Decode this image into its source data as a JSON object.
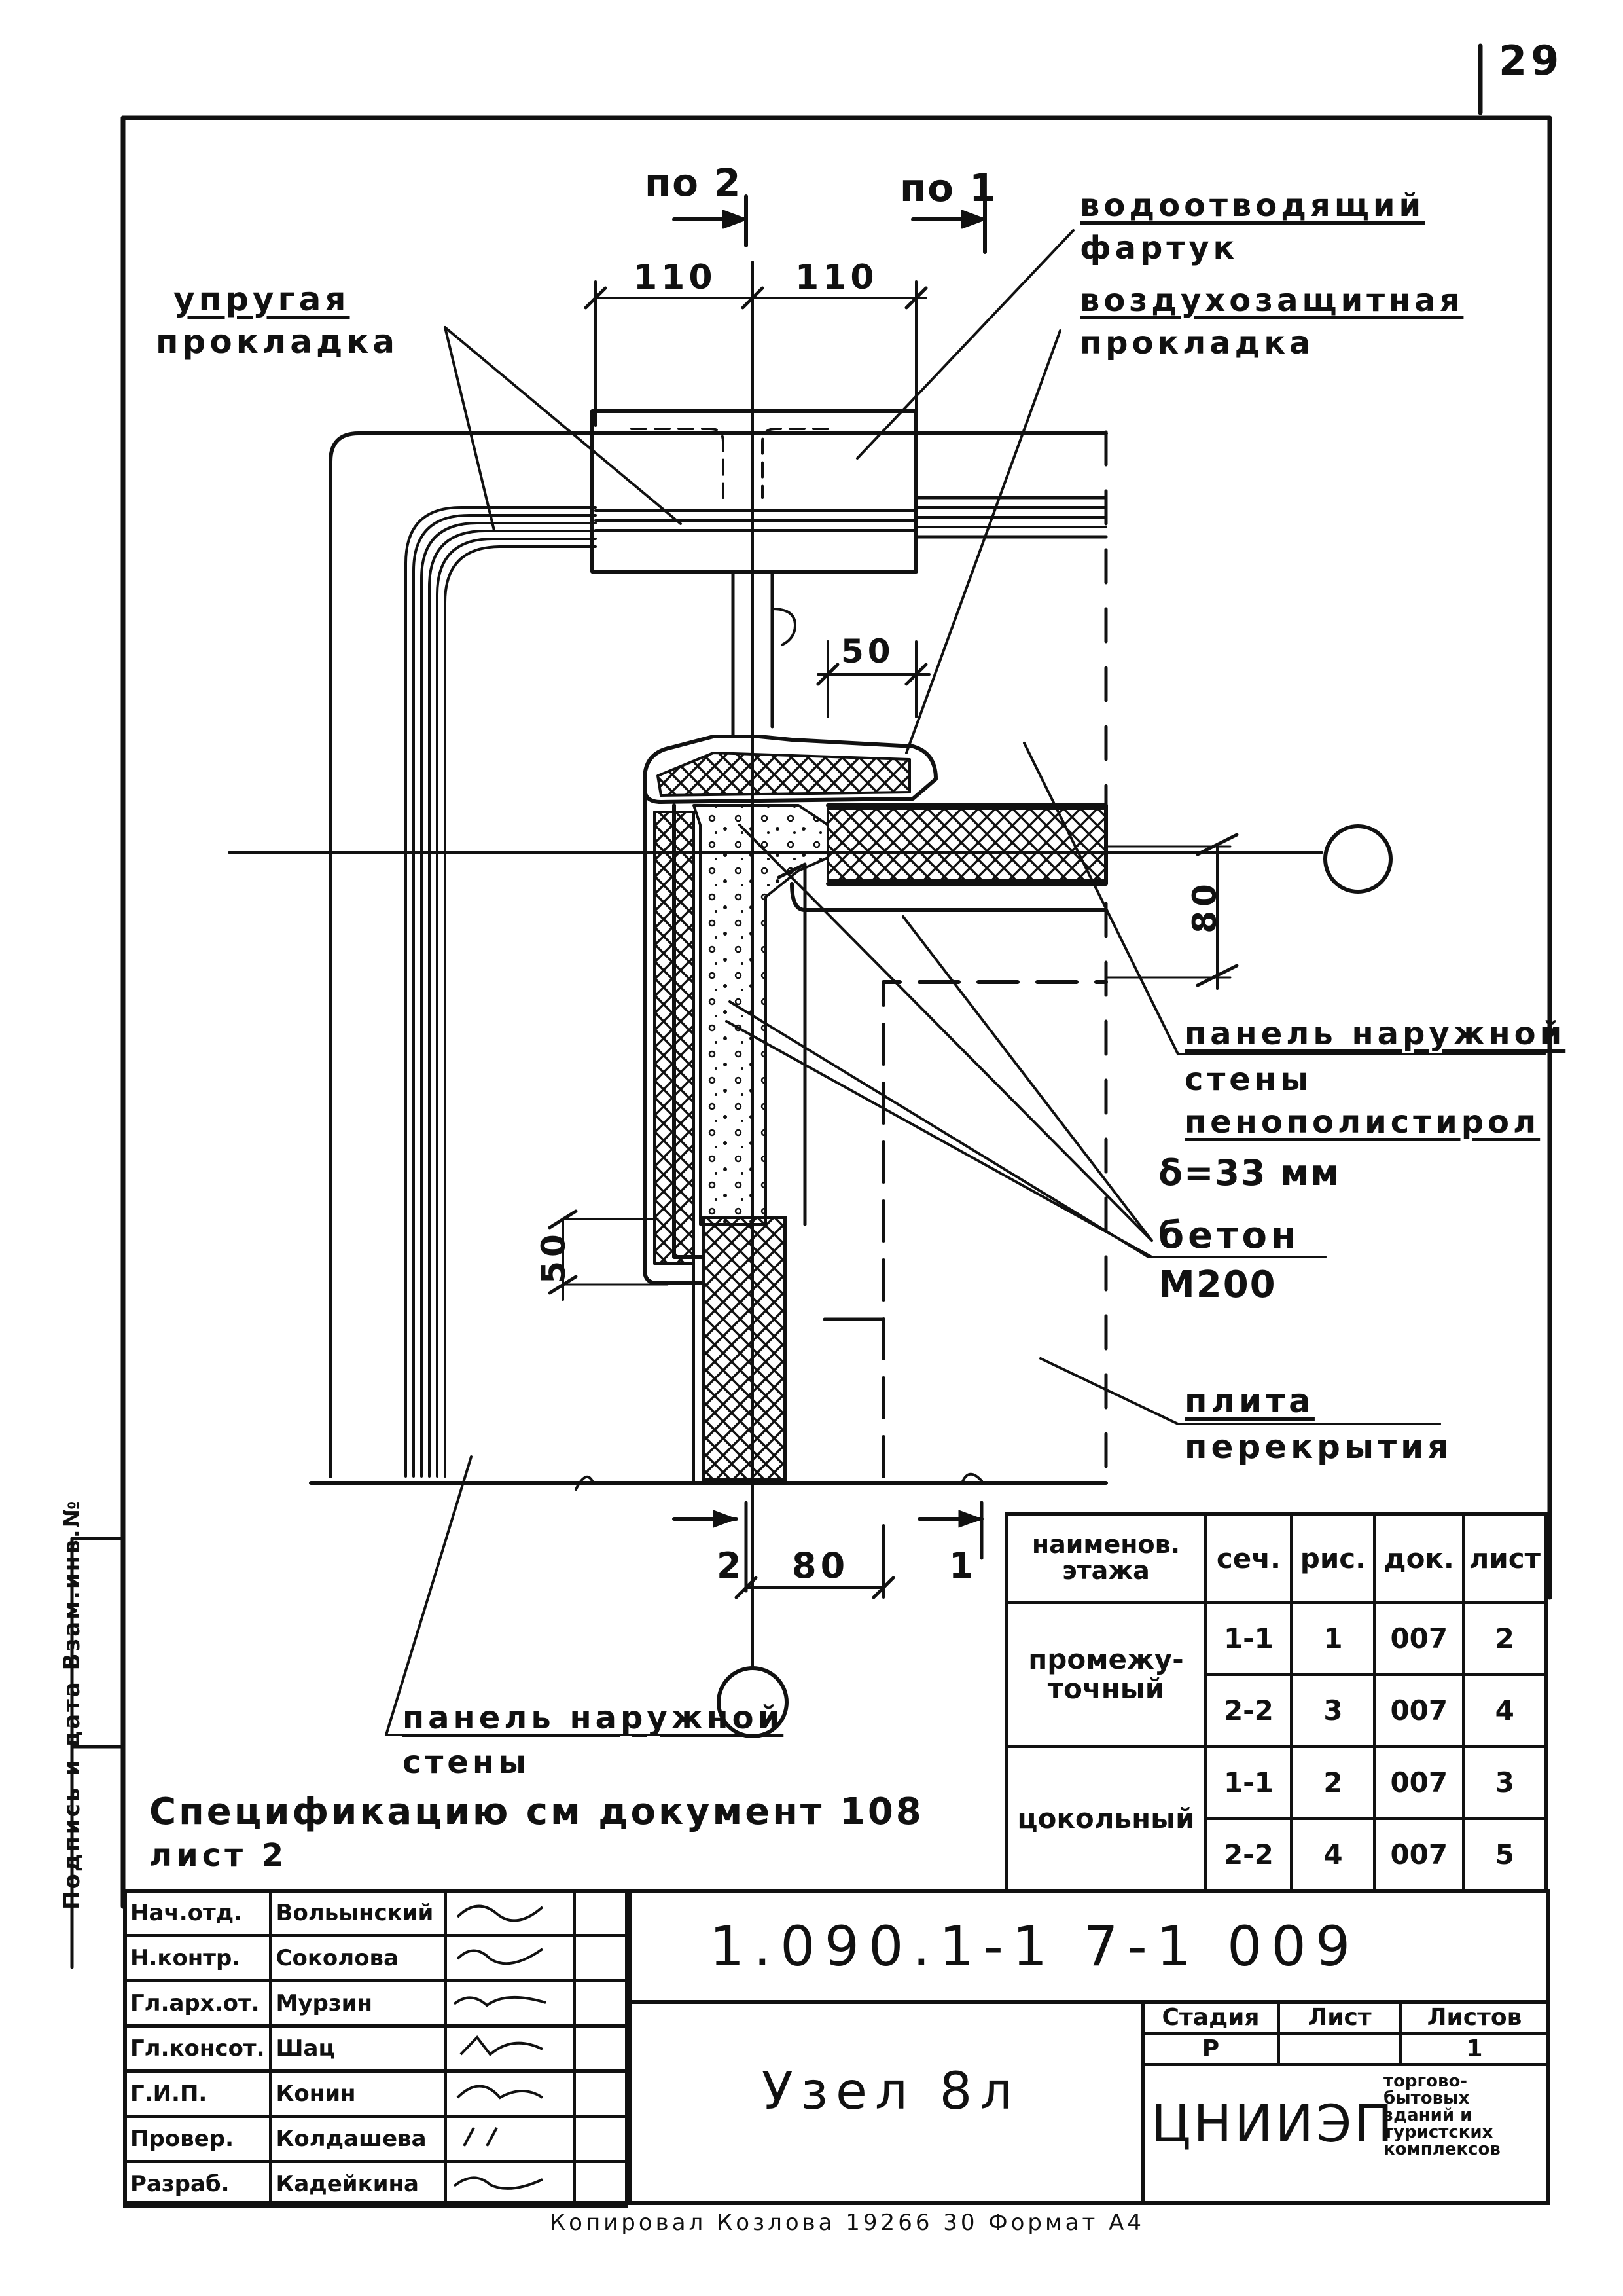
{
  "page": {
    "number": "29"
  },
  "labels": {
    "section_2": "по 2",
    "section_1": "по 1",
    "dim_110_left": "110",
    "dim_110_right": "110",
    "dim_50_top": "50",
    "dim_80_vertical": "80",
    "dim_50_left": "50",
    "dim_80_bottom": "80",
    "mark_2": "2",
    "mark_1": "1",
    "elastic_gasket_1": "упругая",
    "elastic_gasket_2": "прокладка",
    "apron_1": "водоотводящий",
    "apron_2": "фартук",
    "air_seal_1": "воздухозащитная",
    "air_seal_2": "прокладка",
    "outer_panel_1": "панель наружной",
    "outer_panel_2": "стены",
    "foam_1": "пенополистирол",
    "foam_2": "δ=33 мм",
    "concrete_1": "бетон",
    "concrete_2": "М200",
    "slab_1": "плита",
    "slab_2": "перекрытия",
    "outer_panel_b1": "панель наружной",
    "outer_panel_b2": "стены",
    "spec_1": "Спецификацию см документ 108",
    "spec_2": "лист 2",
    "side_stamp": "Подпись и дата  Взам.инв.№"
  },
  "floor_table": {
    "headers": [
      "наименов. этажа",
      "сеч.",
      "рис.",
      "док.",
      "лист"
    ],
    "groups": [
      {
        "name": "промежу-точный",
        "rows": [
          [
            "1-1",
            "1",
            "007",
            "2"
          ],
          [
            "2-2",
            "3",
            "007",
            "4"
          ]
        ]
      },
      {
        "name": "цокольный",
        "rows": [
          [
            "1-1",
            "2",
            "007",
            "3"
          ],
          [
            "2-2",
            "4",
            "007",
            "5"
          ]
        ]
      }
    ]
  },
  "title_block": {
    "code": "1.090.1-1 7-1 009",
    "title": "Узел 8л",
    "org": "ЦНИИЭП",
    "org_note": "торгово-бытовых зданий и туристских комплексов",
    "stage_header": "Стадия",
    "sheet_header": "Лист",
    "sheets_header": "Листов",
    "stage": "Р",
    "sheet": "",
    "sheets": "1",
    "staff": [
      {
        "role": "Нач.отд.",
        "name": "Вольынский"
      },
      {
        "role": "Н.контр.",
        "name": "Соколова"
      },
      {
        "role": "Гл.арх.от.",
        "name": "Мурзин"
      },
      {
        "role": "Гл.консот.",
        "name": "Шац"
      },
      {
        "role": "Г.И.П.",
        "name": "Конин"
      },
      {
        "role": "Провер.",
        "name": "Колдашева"
      },
      {
        "role": "Разраб.",
        "name": "Кадейкина"
      }
    ]
  },
  "footer": {
    "text": "Копировал Козлова 19266  30 Формат А4"
  },
  "colors": {
    "ink": "#111111",
    "paper": "#ffffff"
  }
}
